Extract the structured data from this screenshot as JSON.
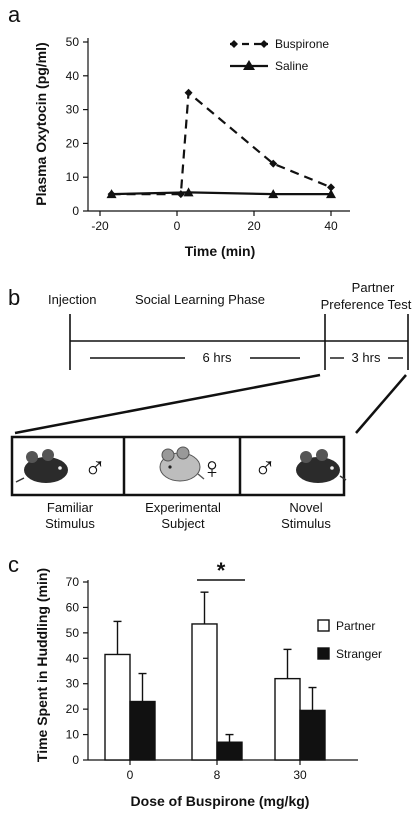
{
  "panels": {
    "a": "a",
    "b": "b",
    "c": "c"
  },
  "chart_data": [
    {
      "type": "line",
      "ylabel": "Plasma Oxytocin (pg/ml)",
      "xlabel": "Time (min)",
      "xlim": [
        -20,
        40
      ],
      "ylim": [
        0,
        50
      ],
      "xticks": [
        "-20",
        "0",
        "20",
        "40"
      ],
      "yticks": [
        "0",
        "10",
        "20",
        "30",
        "40",
        "50"
      ],
      "series": [
        {
          "name": "Buspirone",
          "style": "dashed",
          "marker": "diamond",
          "x": [
            -17,
            1,
            3,
            25,
            40
          ],
          "y": [
            5,
            5,
            35,
            14,
            7
          ]
        },
        {
          "name": "Saline",
          "style": "solid",
          "marker": "triangle",
          "x": [
            -17,
            3,
            25,
            40
          ],
          "y": [
            5,
            5.5,
            5,
            5
          ]
        }
      ],
      "legend_position": "top-right"
    },
    {
      "type": "bar",
      "ylabel": "Time Spent in Huddling (min)",
      "xlabel": "Dose of Buspirone (mg/kg)",
      "categories": [
        "0",
        "8",
        "30"
      ],
      "ylim": [
        0,
        70
      ],
      "yticks": [
        "0",
        "10",
        "20",
        "30",
        "40",
        "50",
        "60",
        "70"
      ],
      "series": [
        {
          "name": "Partner",
          "color": "#ffffff",
          "values": [
            41.5,
            53.5,
            32
          ],
          "errors": [
            13,
            12.5,
            11.5
          ]
        },
        {
          "name": "Stranger",
          "color": "#111111",
          "values": [
            23,
            7,
            19.5
          ],
          "errors": [
            11,
            3,
            9
          ]
        }
      ],
      "annotations": [
        {
          "text": "*",
          "between": "8"
        }
      ],
      "legend_position": "right"
    }
  ],
  "timeline": {
    "injection": "Injection",
    "learning_phase": "Social Learning Phase",
    "partner_test_line1": "Partner",
    "partner_test_line2": "Preference Test",
    "duration_1": "6 hrs",
    "duration_2": "3 hrs"
  },
  "apparatus": {
    "male_symbol": "♂",
    "female_symbol": "♀",
    "left_label_1": "Familiar",
    "left_label_2": "Stimulus",
    "middle_label_1": "Experimental",
    "middle_label_2": "Subject",
    "right_label_1": "Novel",
    "right_label_2": "Stimulus"
  }
}
